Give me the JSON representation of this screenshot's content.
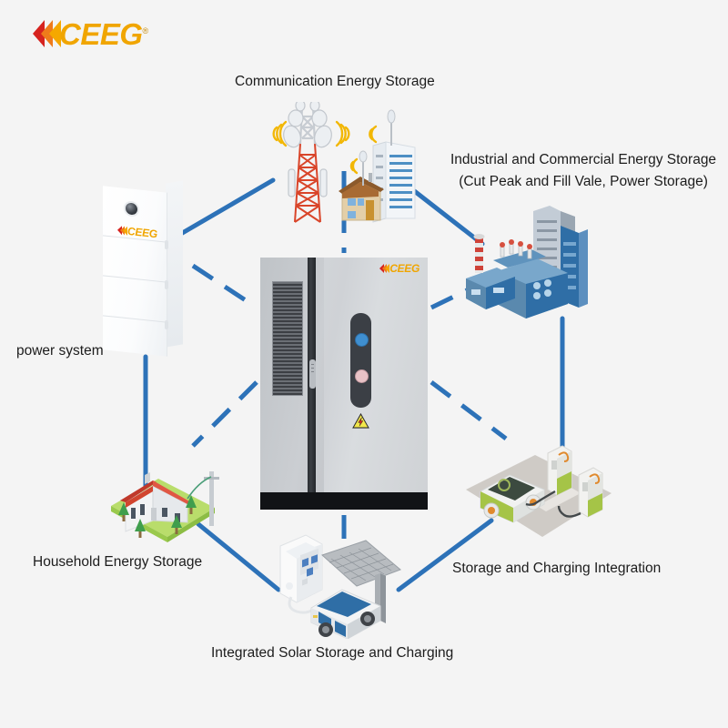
{
  "page": {
    "background_color": "#f4f4f4",
    "accent_blue": "#2d72b8",
    "text_color": "#1c1c1c"
  },
  "brand": {
    "name": "CEEG",
    "registered_mark": "®",
    "chevron_colors": [
      "#d6231f",
      "#ef7b1b",
      "#f5a800"
    ],
    "wordmark_color": "#f0a500"
  },
  "labels": {
    "communication": "Communication Energy Storage",
    "industrial_line1": "Industrial and Commercial Energy Storage",
    "industrial_line2": "(Cut Peak and Fill Vale, Power Storage)",
    "power_system": "power system",
    "household": "Household Energy Storage",
    "integrated_solar": "Integrated Solar Storage and Charging",
    "storage_charging": "Storage and Charging Integration"
  },
  "central_cabinet": {
    "brand": "CEEG",
    "indicator_blue_color": "#3f8fd0",
    "indicator_pink_color": "#e8c2c6",
    "warning_sign": "electrical-hazard",
    "warning_color": "#f2e74b"
  },
  "home_battery": {
    "brand": "CEEG",
    "module_count": 4
  },
  "scenes": [
    {
      "id": "telecom",
      "name": "communication-tower-scene",
      "label_key": "communication"
    },
    {
      "id": "industrial",
      "name": "industrial-plant-scene",
      "label_key": "industrial_line1"
    },
    {
      "id": "ev",
      "name": "ev-charging-scene",
      "label_key": "storage_charging"
    },
    {
      "id": "solar",
      "name": "solar-charging-scene",
      "label_key": "integrated_solar"
    },
    {
      "id": "house",
      "name": "household-scene",
      "label_key": "household"
    },
    {
      "id": "home-battery",
      "name": "home-battery-scene",
      "label_key": "power_system"
    }
  ]
}
